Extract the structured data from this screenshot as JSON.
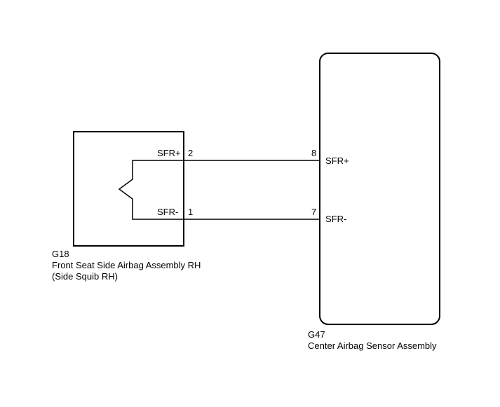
{
  "colors": {
    "line": "#000000",
    "background": "#ffffff"
  },
  "g18": {
    "code": "G18",
    "name": "Front Seat Side Airbag Assembly RH",
    "sub": "(Side Squib RH)",
    "pins": [
      {
        "signal": "SFR+",
        "pin": "2"
      },
      {
        "signal": "SFR-",
        "pin": "1"
      }
    ]
  },
  "g47": {
    "code": "G47",
    "name": "Center Airbag Sensor Assembly",
    "pins": [
      {
        "pin": "8",
        "signal": "SFR+"
      },
      {
        "pin": "7",
        "signal": "SFR-"
      }
    ]
  }
}
